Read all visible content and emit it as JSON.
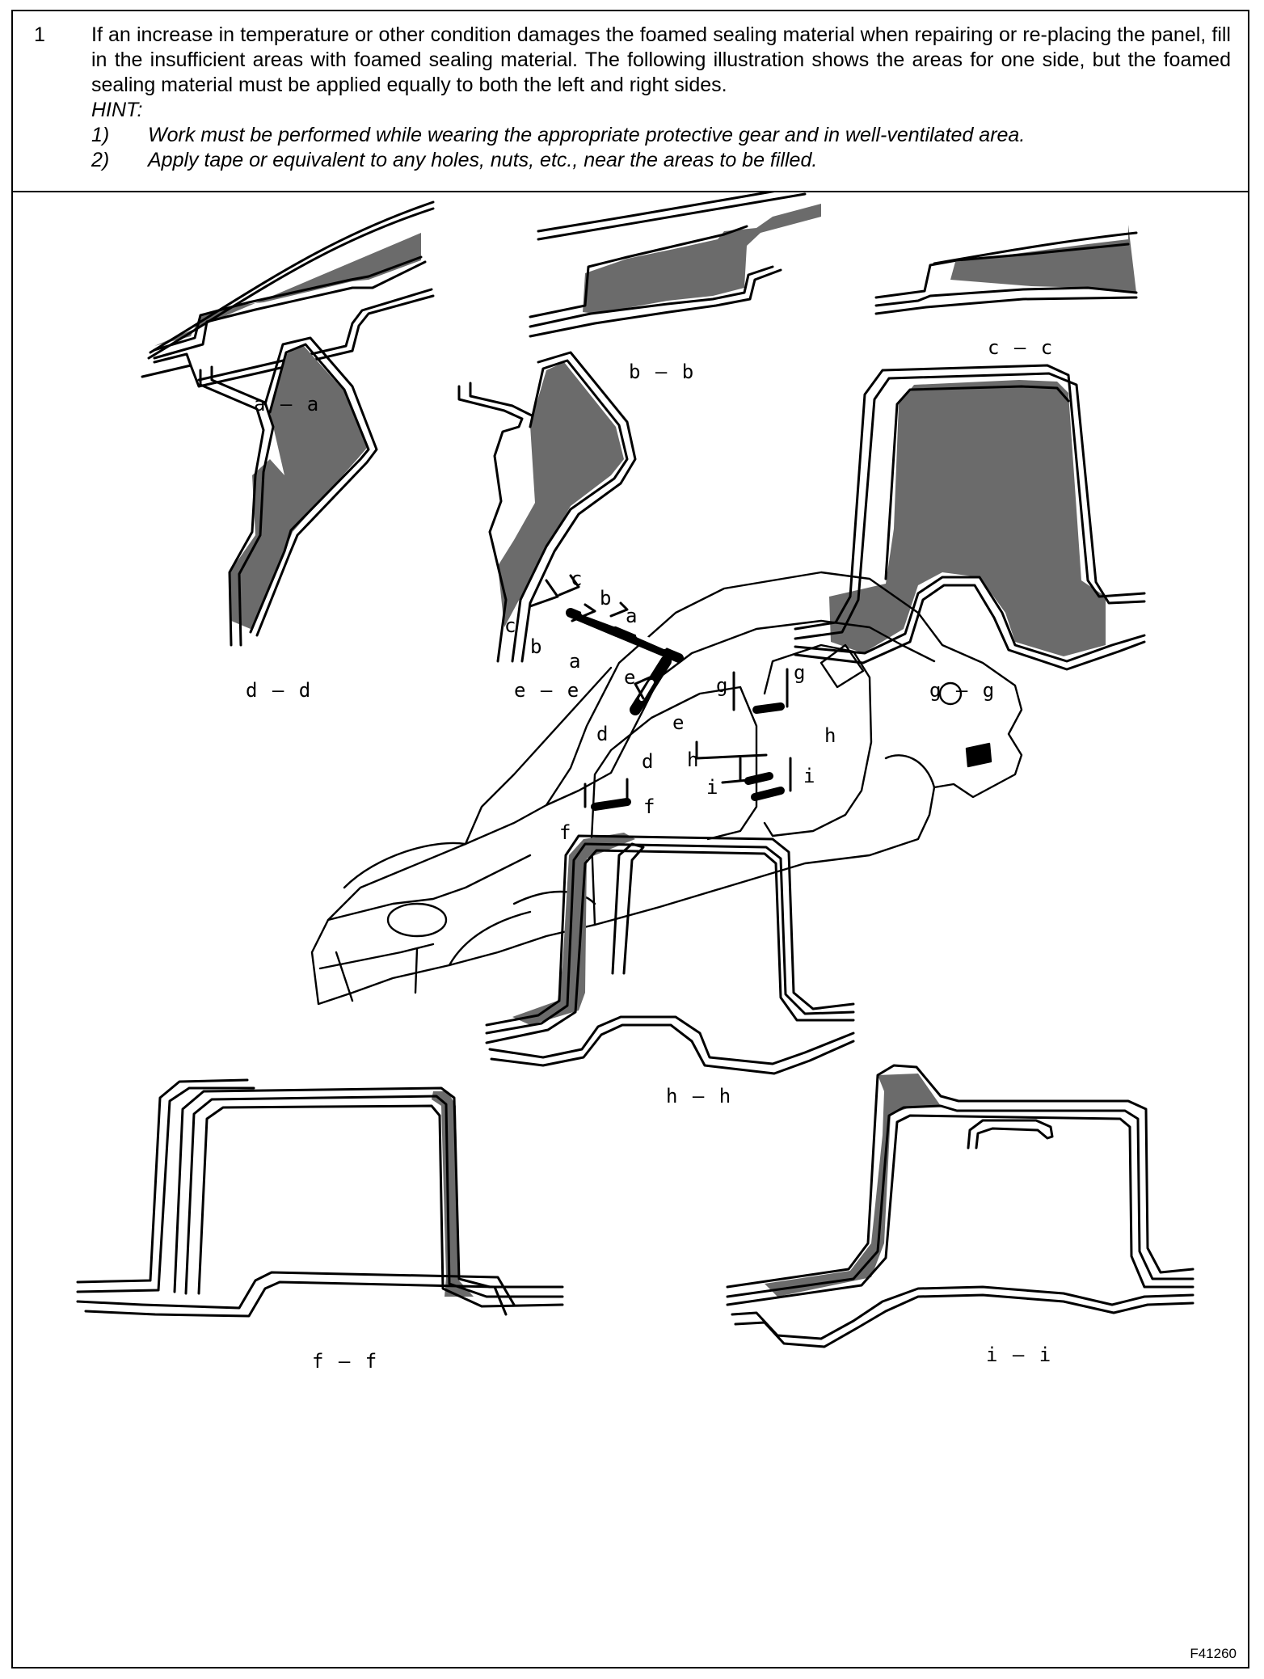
{
  "step": {
    "number": "1",
    "text": "If an increase in temperature or other condition damages the foamed sealing material when repairing or re-placing the panel, fill in the insufficient areas with foamed sealing material. The following illustration shows the areas for one side, but the foamed sealing material must be applied equally to both the left and right sides.",
    "hint_label": "HINT:",
    "hints": [
      {
        "num": "1)",
        "text": "Work must be performed while wearing the appropriate protective gear and in well-ventilated area."
      },
      {
        "num": "2)",
        "text": "Apply tape or equivalent to any holes, nuts, etc., near the areas to be filled."
      }
    ]
  },
  "sections": {
    "aa": "a – a",
    "bb": "b – b",
    "cc": "c – c",
    "dd": "d – d",
    "ee": "e – e",
    "gg": "g – g",
    "hh": "h – h",
    "ff": "f – f",
    "ii": "i – i"
  },
  "car_callouts": [
    "a",
    "a",
    "b",
    "b",
    "c",
    "c",
    "d",
    "d",
    "e",
    "e",
    "f",
    "f",
    "g",
    "g",
    "h",
    "h",
    "i",
    "i"
  ],
  "figure_code": "F41260",
  "colors": {
    "sealant": "#6b6b6b",
    "line": "#000000"
  }
}
